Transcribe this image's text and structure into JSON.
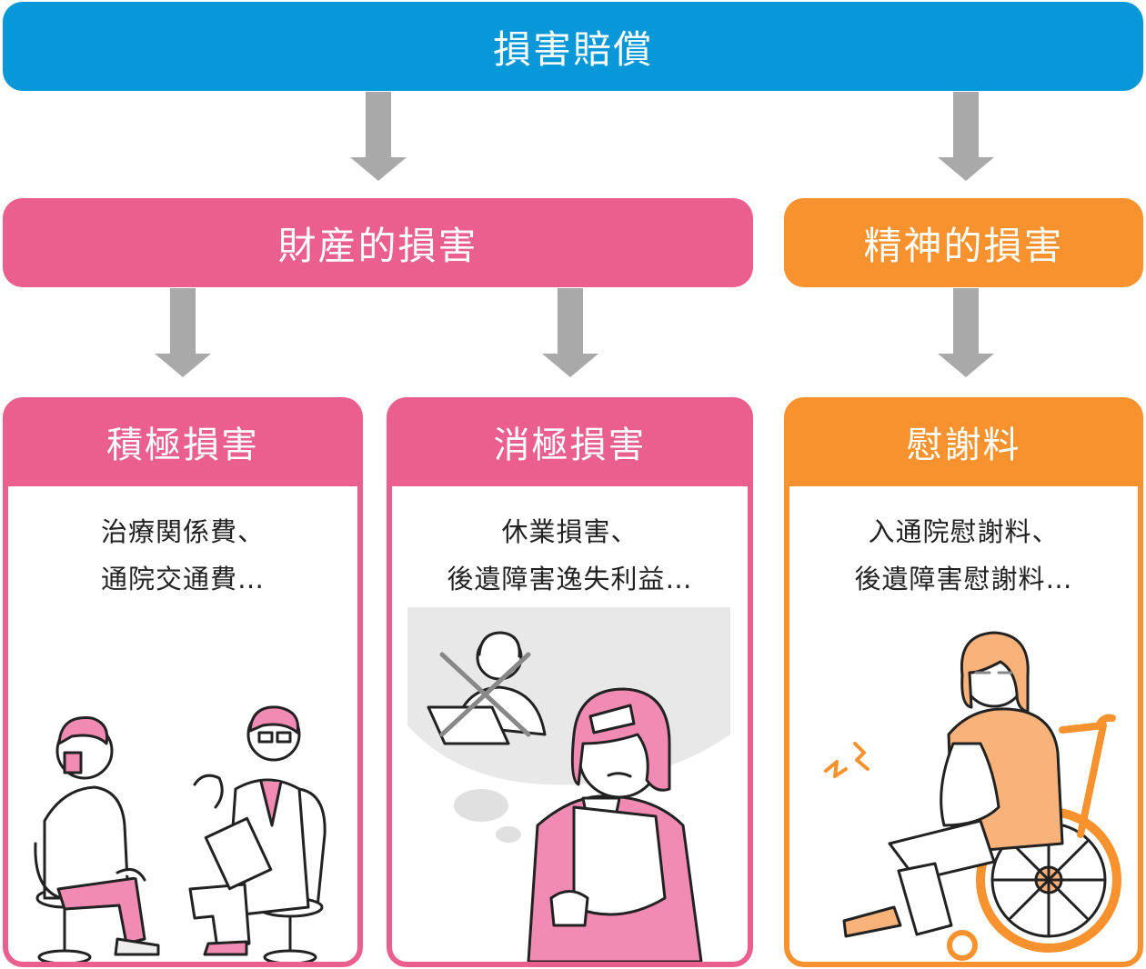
{
  "top": {
    "label": "損害賠償"
  },
  "property": {
    "label": "財産的損害"
  },
  "mental": {
    "label": "精神的損害"
  },
  "cards": [
    {
      "title": "積極損害",
      "line1": "治療関係費、",
      "line2": "通院交通費…"
    },
    {
      "title": "消極損害",
      "line1": "休業損害、",
      "line2": "後遺障害逸失利益…"
    },
    {
      "title": "慰謝料",
      "line1": "入通院慰謝料、",
      "line2": "後遺障害慰謝料…"
    }
  ],
  "colors": {
    "blue": "#0897d9",
    "pink": "#ea5f8d",
    "orange": "#f7922e",
    "arrow": "#a9a9a9",
    "skin_pink": "#f28bb4",
    "skin_orange": "#f9b27a"
  }
}
